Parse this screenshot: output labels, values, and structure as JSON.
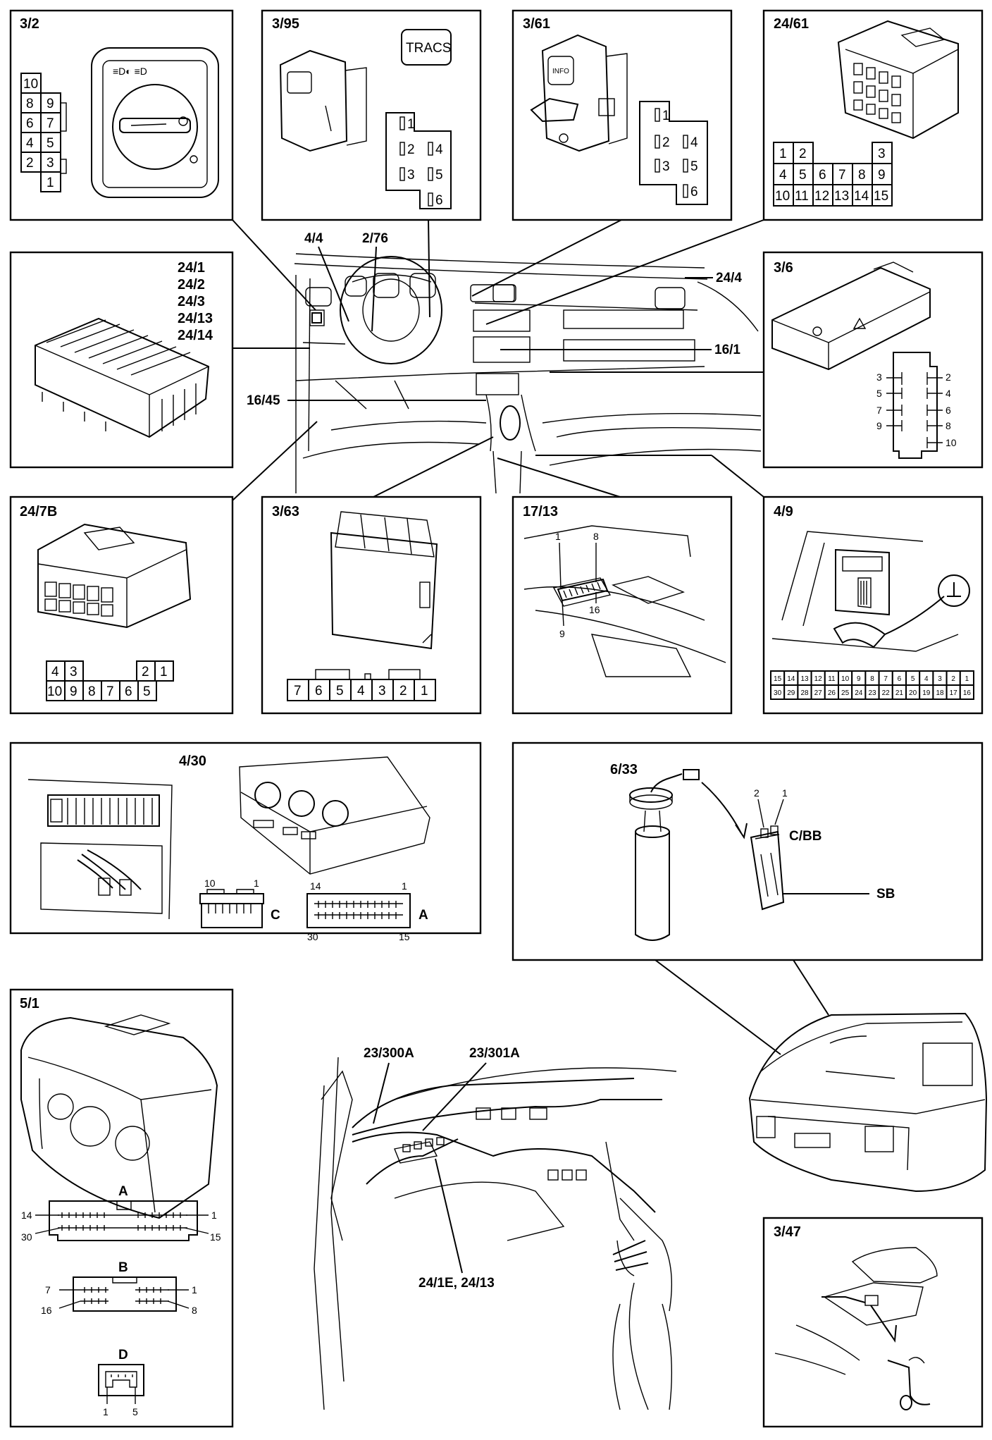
{
  "panels": {
    "p3_2": {
      "id": "3/2"
    },
    "p3_95": {
      "id": "3/95",
      "button": "TRACS"
    },
    "p3_61": {
      "id": "3/61",
      "knob": "INFO"
    },
    "p24_61": {
      "id": "24/61"
    },
    "p24_1": {
      "ids": [
        "24/1",
        "24/2",
        "24/3",
        "24/13",
        "24/14"
      ]
    },
    "p3_6": {
      "id": "3/6"
    },
    "p24_7b": {
      "id": "24/7B"
    },
    "p3_63": {
      "id": "3/63"
    },
    "p17_13": {
      "id": "17/13",
      "pins": [
        "1",
        "8",
        "9",
        "16"
      ]
    },
    "p4_9": {
      "id": "4/9"
    },
    "p4_30": {
      "id": "4/30",
      "conn_c": {
        "left": "10",
        "right": "1",
        "name": "C"
      },
      "conn_a": {
        "tl": "14",
        "tr": "1",
        "bl": "30",
        "br": "15",
        "name": "A"
      }
    },
    "p6_33": {
      "id": "6/33",
      "pin2": "2",
      "pin1": "1",
      "cbb": "C/BB",
      "sb": "SB"
    },
    "p5_1": {
      "id": "5/1",
      "conn_a": {
        "name": "A",
        "tl": "14",
        "tr": "1",
        "bl": "30",
        "br": "15"
      },
      "conn_b": {
        "name": "B",
        "tl": "7",
        "tr": "1",
        "bl": "16",
        "br": "8"
      },
      "conn_d": {
        "name": "D",
        "bl": "1",
        "br": "5"
      }
    },
    "p3_47": {
      "id": "3/47"
    }
  },
  "callouts": {
    "c4_4": "4/4",
    "c2_76": "2/76",
    "c24_4": "24/4",
    "c16_1": "16/1",
    "c16_45": "16/45",
    "c23_300a": "23/300A",
    "c23_301a": "23/301A",
    "c24_1e": "24/1E, 24/13"
  },
  "grids": {
    "g3_2": [
      "10",
      "8",
      "9",
      "6",
      "7",
      "4",
      "5",
      "2",
      "3",
      "1"
    ],
    "g3_95": [
      "1",
      "2",
      "4",
      "3",
      "5",
      "6"
    ],
    "g3_61": [
      "1",
      "2",
      "4",
      "3",
      "5",
      "6"
    ],
    "g24_61": [
      "1",
      "2",
      "3",
      "4",
      "5",
      "6",
      "7",
      "8",
      "9",
      "10",
      "11",
      "12",
      "13",
      "14",
      "15"
    ],
    "g3_6": [
      "3",
      "2",
      "5",
      "4",
      "7",
      "6",
      "9",
      "8",
      "10"
    ],
    "g24_7b": [
      "4",
      "3",
      "2",
      "1",
      "10",
      "9",
      "8",
      "7",
      "6",
      "5"
    ],
    "g3_63": [
      "7",
      "6",
      "5",
      "4",
      "3",
      "2",
      "1"
    ],
    "g4_9_top": [
      "15",
      "14",
      "13",
      "12",
      "11",
      "10",
      "9",
      "8",
      "7",
      "6",
      "5",
      "4",
      "3",
      "2",
      "1"
    ],
    "g4_9_bot": [
      "30",
      "29",
      "28",
      "27",
      "26",
      "25",
      "24",
      "23",
      "22",
      "21",
      "20",
      "19",
      "18",
      "17",
      "16"
    ]
  }
}
